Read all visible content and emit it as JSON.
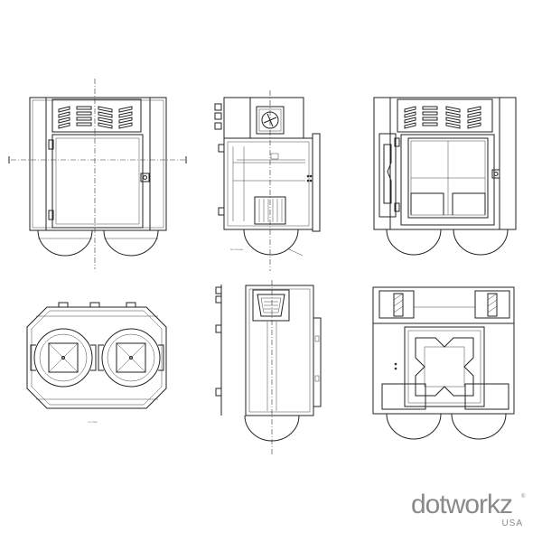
{
  "sheet": {
    "views": [
      "front-view",
      "side-view",
      "rear-view",
      "top-view",
      "side-view-alt",
      "bottom-view"
    ],
    "small_captions": {
      "side_view": "SECTION A-A",
      "top_view": "TOP VIEW"
    }
  },
  "brand": {
    "wordmark": "dotworkz",
    "sub": "USA",
    "reg": "®",
    "color": "#8a8a8a"
  },
  "colors": {
    "line": "#222222",
    "background": "#ffffff"
  }
}
